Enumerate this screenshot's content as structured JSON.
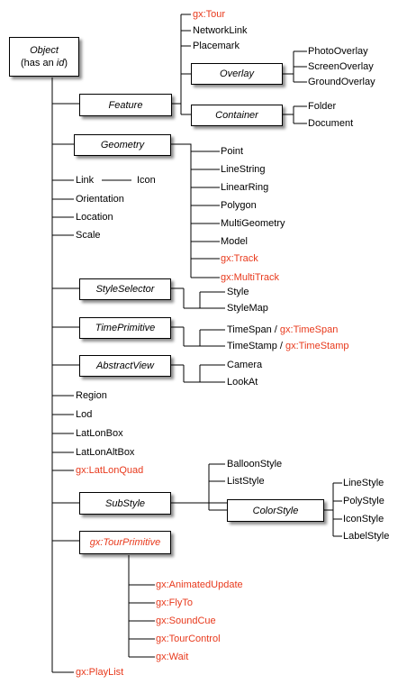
{
  "colors": {
    "line": "#000000",
    "box_bg": "#ffffff",
    "gx_red": "#e8391c"
  },
  "root": {
    "line1": "Object",
    "line2a": "(has an ",
    "line2b": "id",
    "line2c": ")"
  },
  "boxes": {
    "feature": "Feature",
    "overlay": "Overlay",
    "container": "Container",
    "geometry": "Geometry",
    "styleselector": "StyleSelector",
    "timeprimitive": "TimePrimitive",
    "abstractview": "AbstractView",
    "substyle": "SubStyle",
    "colorstyle": "ColorStyle",
    "tourprimitive": "gx:TourPrimitive"
  },
  "feature_children": [
    "gx:Tour",
    "NetworkLink",
    "Placemark"
  ],
  "overlay_children": [
    "PhotoOverlay",
    "ScreenOverlay",
    "GroundOverlay"
  ],
  "container_children": [
    "Folder",
    "Document"
  ],
  "geometry_children": [
    "Point",
    "LineString",
    "LinearRing",
    "Polygon",
    "MultiGeometry",
    "Model",
    "gx:Track",
    "gx:MultiTrack"
  ],
  "object_leaves": {
    "link": "Link",
    "icon": "Icon",
    "orientation": "Orientation",
    "location": "Location",
    "scale": "Scale",
    "region": "Region",
    "lod": "Lod",
    "latlonbox": "LatLonBox",
    "latlonaltbox": "LatLonAltBox",
    "latlonquad": "gx:LatLonQuad",
    "playlist": "gx:PlayList"
  },
  "styleselector_children": [
    "Style",
    "StyleMap"
  ],
  "timeprimitive_children": {
    "timespan": "TimeSpan",
    "timespan_gx": "gx:TimeSpan",
    "timestamp": "TimeStamp",
    "timestamp_gx": "gx:TimeStamp",
    "sep": " / "
  },
  "abstractview_children": [
    "Camera",
    "LookAt"
  ],
  "substyle_children": [
    "BalloonStyle",
    "ListStyle"
  ],
  "colorstyle_children": [
    "LineStyle",
    "PolyStyle",
    "IconStyle",
    "LabelStyle"
  ],
  "tourprimitive_children": [
    "gx:AnimatedUpdate",
    "gx:FlyTo",
    "gx:SoundCue",
    "gx:TourControl",
    "gx:Wait"
  ]
}
